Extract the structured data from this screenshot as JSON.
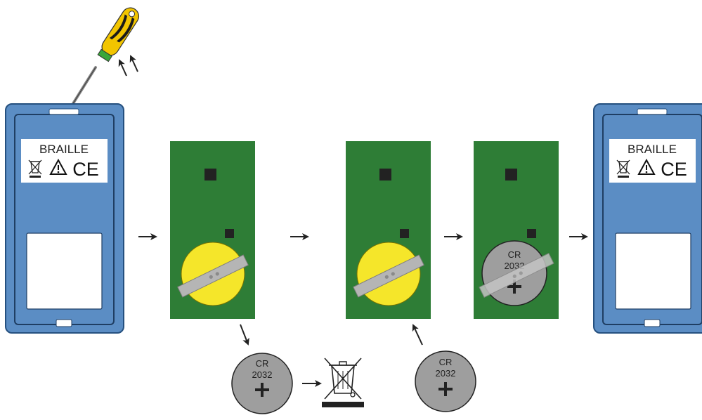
{
  "device": {
    "brand_label": "BRAILLE",
    "ce_mark": "CE",
    "body_color": "#5b8dc4",
    "outline_color": "#25507f"
  },
  "battery": {
    "line1": "CR",
    "line2": "2032",
    "plus": "+",
    "old_color": "#f5e62a",
    "new_color": "#9e9e9e"
  },
  "board": {
    "color": "#2e7d36"
  },
  "tool": {
    "handle_colors": [
      "#f2c500",
      "#1a1a1a",
      "#3aa63a"
    ]
  }
}
